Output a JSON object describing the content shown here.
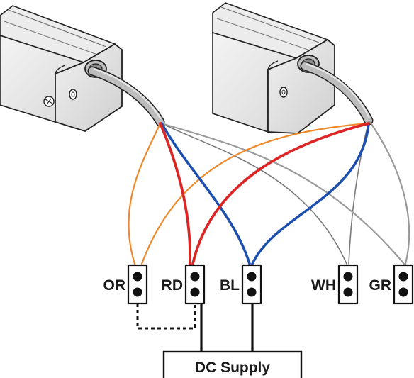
{
  "diagram": {
    "terminals": [
      {
        "id": "or",
        "label": "OR"
      },
      {
        "id": "rd",
        "label": "RD"
      },
      {
        "id": "bl",
        "label": "BL"
      },
      {
        "id": "wh",
        "label": "WH"
      },
      {
        "id": "gr",
        "label": "GR"
      }
    ],
    "supply_label": "DC Supply",
    "wire_colors": {
      "orange": "#ee8a2c",
      "red": "#dc2626",
      "blue": "#1d4fae",
      "white": "#7a7a7a",
      "gray": "#9a9a9a",
      "black": "#111111"
    }
  }
}
